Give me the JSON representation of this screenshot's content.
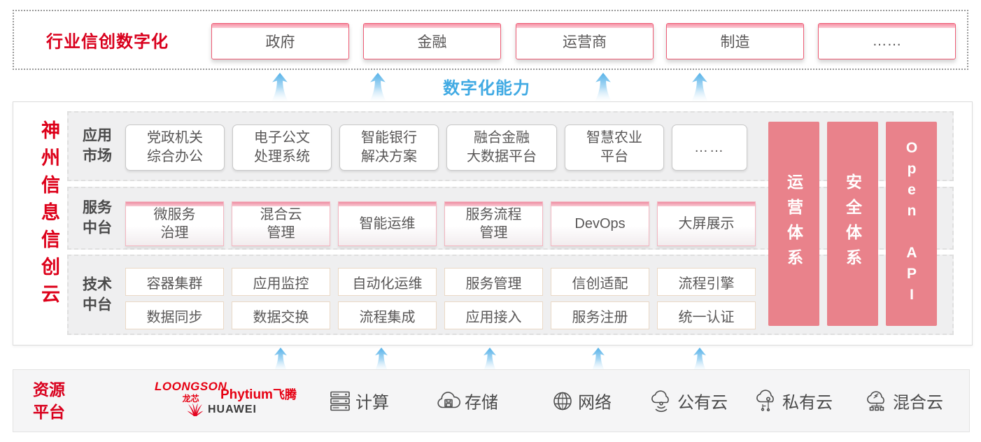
{
  "colors": {
    "brand_red": "#d9001d",
    "bar_pink": "#e9828b",
    "arrow_blue": "#41aae3",
    "text_gray": "#595757"
  },
  "top_banner": {
    "label": "行业信创数字化",
    "industries": [
      "政府",
      "金融",
      "运营商",
      "制造",
      "……"
    ]
  },
  "capability_label": "数字化能力",
  "main": {
    "vertical_title": "神州信息信创云",
    "rows": [
      {
        "label": "应用\n市场",
        "items": [
          "党政机关\n综合办公",
          "电子公文\n处理系统",
          "智能银行\n解决方案",
          "融合金融\n大数据平台",
          "智慧农业\n平台",
          "……"
        ]
      },
      {
        "label": "服务\n中台",
        "items": [
          "微服务\n治理",
          "混合云\n管理",
          "智能运维",
          "服务流程\n管理",
          "DevOps",
          "大屏展示"
        ]
      },
      {
        "label": "技术\n中台",
        "items_top": [
          "容器集群",
          "应用监控",
          "自动化运维",
          "服务管理",
          "信创适配",
          "流程引擎"
        ],
        "items_bottom": [
          "数据同步",
          "数据交换",
          "流程集成",
          "应用接入",
          "服务注册",
          "统一认证"
        ]
      }
    ],
    "side_bars": [
      "运营体系",
      "安全体系",
      "Open API"
    ]
  },
  "resource": {
    "label": "资源\n平台",
    "vendors": {
      "loongson_en": "LOONGSON",
      "loongson_cn": "龙芯",
      "phytium_en": "Phytium",
      "phytium_cn": "飞腾",
      "huawei": "HUAWEI"
    },
    "items": [
      {
        "icon": "compute-icon",
        "label": "计算"
      },
      {
        "icon": "storage-icon",
        "label": "存储"
      },
      {
        "icon": "network-icon",
        "label": "网络"
      },
      {
        "icon": "public-cloud-icon",
        "label": "公有云"
      },
      {
        "icon": "private-cloud-icon",
        "label": "私有云"
      },
      {
        "icon": "hybrid-cloud-icon",
        "label": "混合云"
      }
    ]
  }
}
